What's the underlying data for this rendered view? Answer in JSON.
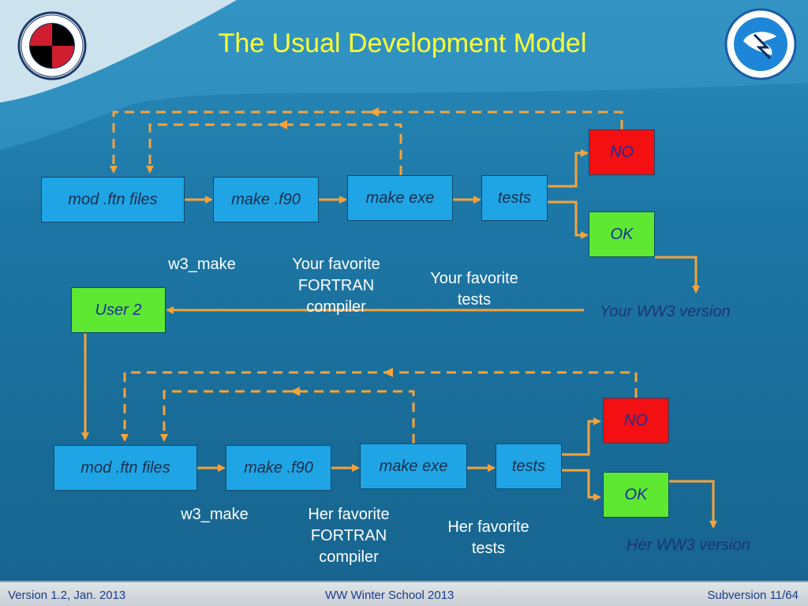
{
  "title": "The Usual Development Model",
  "logos": {
    "umd": "University of Maryland seal",
    "nws": "National Weather Service logo"
  },
  "row1": {
    "mod": "mod .ftn files",
    "make90": "make .f90",
    "makeexe": "make exe",
    "tests": "tests",
    "no": "NO",
    "ok": "OK",
    "label_w3": "w3_make",
    "label_compiler": "Your favorite FORTRAN compiler",
    "label_tests": "Your favorite tests",
    "version": "Your WW3 version"
  },
  "user2": "User 2",
  "row2": {
    "mod": "mod .ftn files",
    "make90": "make .f90",
    "makeexe": "make exe",
    "tests": "tests",
    "no": "NO",
    "ok": "OK",
    "label_w3": "w3_make",
    "label_compiler": "Her favorite FORTRAN compiler",
    "label_tests": "Her favorite tests",
    "version": "Her WW3 version"
  },
  "footer": {
    "left": "Version 1.2, Jan. 2013",
    "center": "WW Winter School 2013",
    "right": "Subversion 11/64"
  },
  "colors": {
    "arrow": "#f6a33a",
    "title": "#ffff33",
    "box_blue": "#1fa5e6",
    "no_red": "#f40f12",
    "ok_green": "#5ee832"
  }
}
